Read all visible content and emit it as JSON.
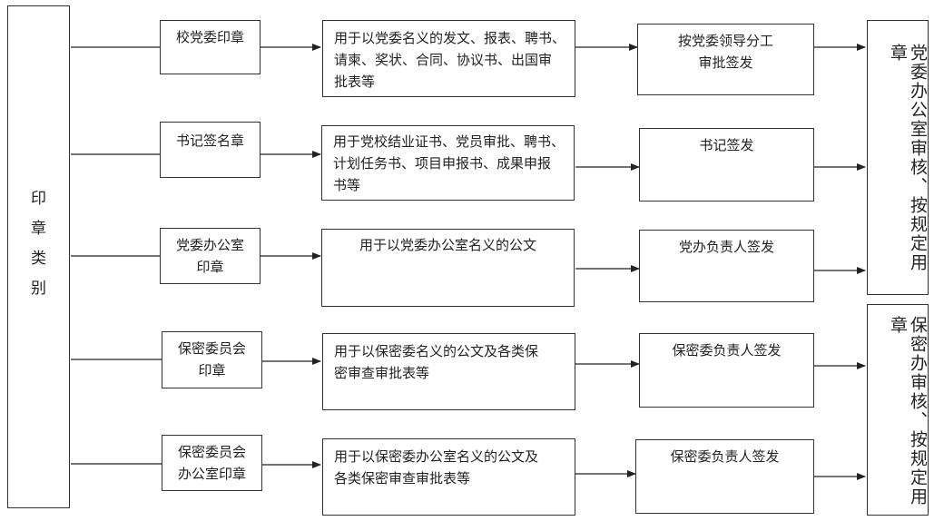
{
  "root": {
    "label": "印\n章\n类\n别"
  },
  "rows": [
    {
      "seal": "校党委印章",
      "usage": "用于以党委名义的发文、报表、聘书、\n请柬、奖状、合同、协议书、出国审\n批表等",
      "approver": "按党委领导分工\n审批签发"
    },
    {
      "seal": "书记签名章",
      "usage": "用于党校结业证书、党员审批、聘书、\n计划任务书、项目申报书、成果申报\n书等",
      "approver": "书记签发"
    },
    {
      "seal": "党委办公室\n印章",
      "usage": "用于以党委办公室名义的公文",
      "approver": "党办负责人签发"
    },
    {
      "seal": "保密委员会\n印章",
      "usage": "用于以保密委名义的公文及各类保\n密审查审批表等",
      "approver": "保密委负责人签发"
    },
    {
      "seal": "保密委员会\n办公室印章",
      "usage": "用于以保密委办公室名义的公文及\n各类保密审查审批表等",
      "approver": "保密委负责人签发"
    }
  ],
  "outcomes": [
    {
      "label": "党委办公室审核、按规定用章"
    },
    {
      "label": "保密办审核、按规定用章"
    }
  ]
}
